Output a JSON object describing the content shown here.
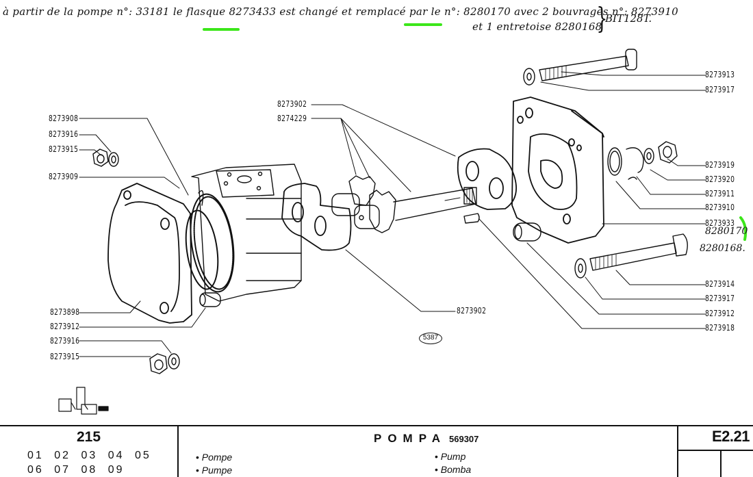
{
  "handwritten_note": {
    "line1": "à partir de la pompe n°: 33181 le flasque 8273433 est changé et remplacé par le n°: 8280170 avec 2 bouvrages n°: 8273910",
    "line2": "et 1 entretoise 8280168",
    "suffix": "BIT128T.",
    "highlighted_parts": [
      "8273433",
      "8280170"
    ],
    "highlight_color": "#3ce61a"
  },
  "callouts": {
    "left": [
      {
        "ref": "8273908"
      },
      {
        "ref": "8273916"
      },
      {
        "ref": "8273915"
      },
      {
        "ref": "8273909"
      },
      {
        "ref": "8273898"
      },
      {
        "ref": "8273912"
      },
      {
        "ref": "8273916"
      },
      {
        "ref": "8273915"
      }
    ],
    "center": [
      {
        "ref": "8273902"
      },
      {
        "ref": "8274229"
      },
      {
        "ref": "8273902"
      }
    ],
    "right": [
      {
        "ref": "8273913"
      },
      {
        "ref": "8273917"
      },
      {
        "ref": "8273919"
      },
      {
        "ref": "8273920"
      },
      {
        "ref": "8273911"
      },
      {
        "ref": "8273910"
      },
      {
        "ref": "8273933"
      },
      {
        "ref": "8273914"
      },
      {
        "ref": "8273917"
      },
      {
        "ref": "8273912"
      },
      {
        "ref": "8273918"
      }
    ],
    "handwritten_replacements": {
      "replacement_1": "8280170",
      "replacement_2": "8280168."
    }
  },
  "figure_ref": "5387",
  "title_block": {
    "group_number": "215",
    "models_row1": "01 02 03 04 05",
    "models_row2": "06 07 08 09",
    "title": "POMPA",
    "part_code": "569307",
    "translations": {
      "fr": "Pompe",
      "de": "Pumpe",
      "en": "Pump",
      "es": "Bomba"
    },
    "page_ref": "E2.21"
  }
}
